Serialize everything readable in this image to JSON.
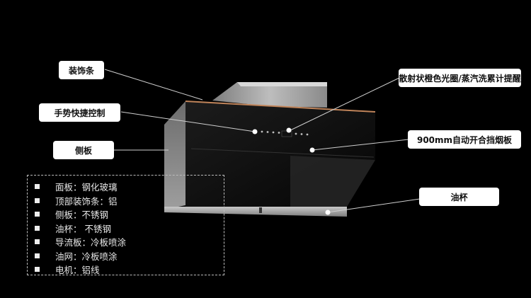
{
  "callouts": {
    "trim_strip": "装饰条",
    "gesture_control": "手势快捷控制",
    "side_panel": "侧板",
    "light_ring": "散射状橙色光圈/蒸汽洗累计提醒",
    "auto_baffle": "900mm自动开合挡烟板",
    "oil_cup": "油杯"
  },
  "specs": [
    "面板：钢化玻璃",
    "顶部装饰条：铝",
    "侧板：不锈钢",
    "油杯： 不锈钢",
    "导流板：冷板喷涂",
    "油网：冷板喷涂",
    "电机：铝线"
  ],
  "colors": {
    "background": "#000000",
    "glass": "#111111",
    "steel": "#9a9a9a",
    "accent_trim": "#c0845a"
  }
}
